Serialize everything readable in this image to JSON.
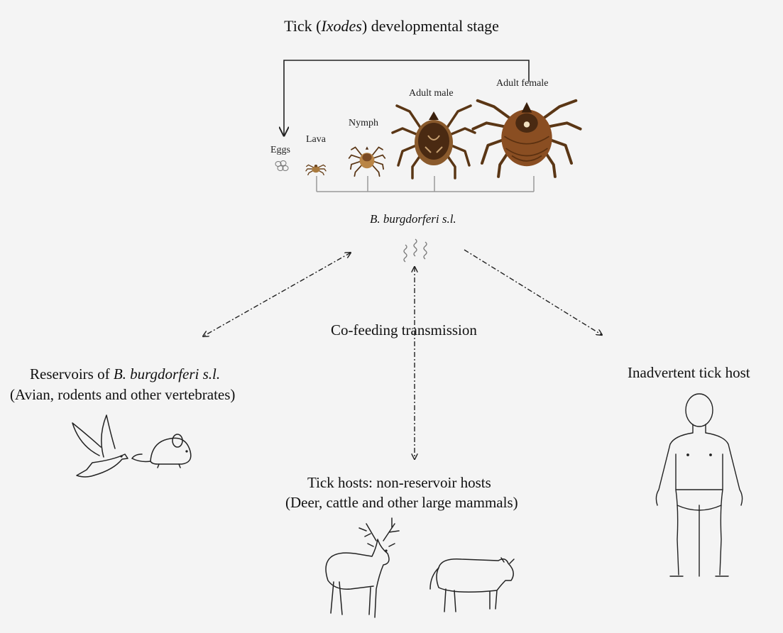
{
  "title": {
    "prefix": "Tick (",
    "genus": "Ixodes",
    "suffix": ") developmental stage"
  },
  "stages": {
    "eggs": "Eggs",
    "larva": "Lava",
    "nymph": "Nymph",
    "adult_male": "Adult male",
    "adult_female": "Adult female"
  },
  "pathogen": "B. burgdorferi s.l.",
  "cofeeding": "Co-feeding  transmission",
  "reservoirs": {
    "line1_prefix": "Reservoirs of ",
    "line1_species": "B. burgdorferi s.l.",
    "line2": "(Avian, rodents and other vertebrates)"
  },
  "inadvertent": "Inadvertent tick host",
  "tick_hosts": {
    "line1": "Tick hosts: non-reservoir hosts",
    "line2": "(Deer, cattle and other large  mammals)"
  },
  "colors": {
    "background": "#f4f4f4",
    "tick_body": "#7a4a24",
    "tick_scutum": "#4a2a12",
    "line": "#222222"
  }
}
